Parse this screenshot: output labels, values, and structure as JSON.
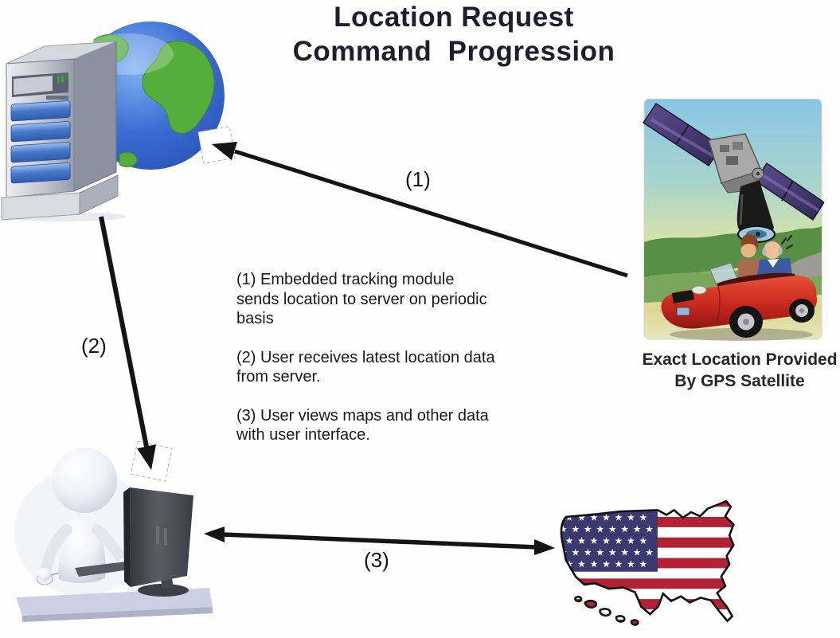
{
  "title": "Location Request\nCommand  Progression",
  "steps": {
    "step1": "(1) Embedded tracking module\nsends location to server on periodic\nbasis",
    "step2": "(2) User receives latest location data\nfrom server.",
    "step3": "(3) User views maps and other data\nwith user interface."
  },
  "arrow_labels": {
    "a1": "(1)",
    "a2": "(2)",
    "a3": "(3)"
  },
  "captions": {
    "satellite": "Exact Location Provided\nBy GPS Satellite"
  },
  "icons": {
    "server_globe": "server-with-globe",
    "satellite_car": "gps-satellite-spotlight-on-car",
    "user_computer": "person-at-computer",
    "usa_map": "usa-flag-map"
  },
  "colors": {
    "background": "#fefefe",
    "title_text": "#1e1e2e",
    "body_text": "#191919",
    "arrow": "#141414",
    "flag_red": "#b22234",
    "flag_blue": "#3a3970",
    "globe_ocean": "#3b6cd4",
    "globe_land": "#55ad3c",
    "server_bay_blue": "#4878c8",
    "car_red": "#c8281e",
    "solar_panel": "#43386e"
  }
}
